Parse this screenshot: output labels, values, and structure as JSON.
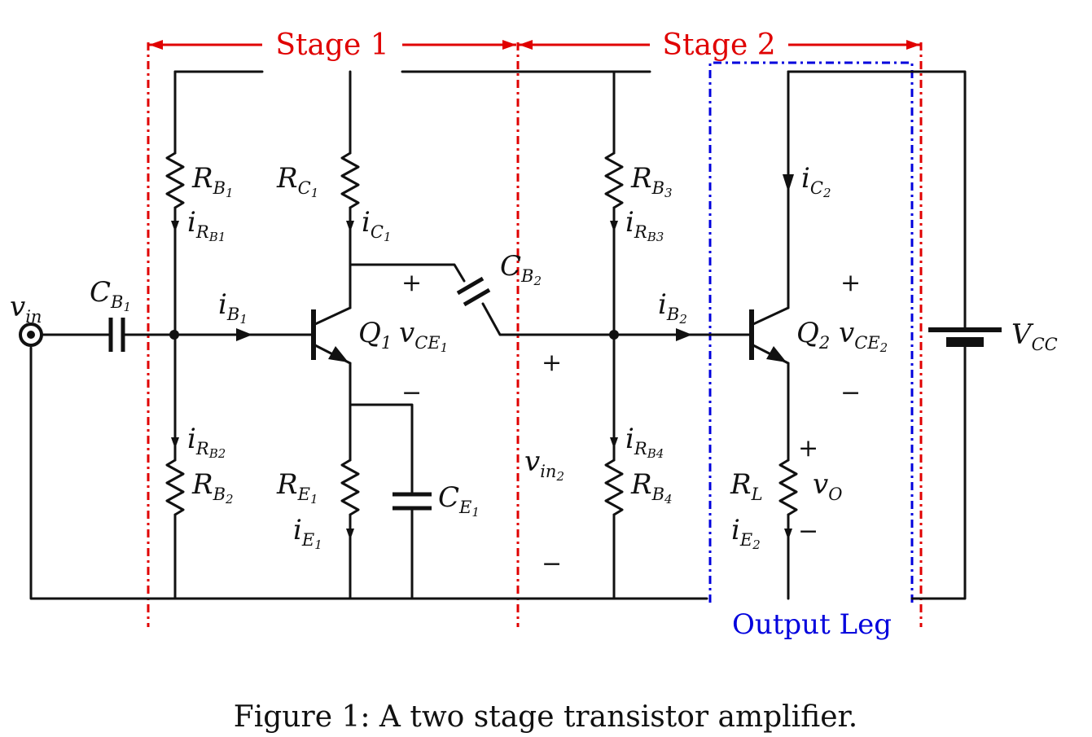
{
  "figure": {
    "caption": "Figure 1: A two stage transistor amplifier.",
    "stage1_label": "Stage 1",
    "stage2_label": "Stage 2",
    "output_leg_label": "Output Leg"
  },
  "labels": {
    "vin": {
      "main": "v",
      "sub": "in"
    },
    "cb1": {
      "main": "C",
      "sub": "B",
      "subsub": "1"
    },
    "ib1": {
      "main": "i",
      "sub": "B",
      "subsub": "1"
    },
    "rb1": {
      "main": "R",
      "sub": "B",
      "subsub": "1"
    },
    "irb1": {
      "main": "i",
      "sub": "R",
      "subsub": "B1"
    },
    "rc1": {
      "main": "R",
      "sub": "C",
      "subsub": "1"
    },
    "ic1": {
      "main": "i",
      "sub": "C",
      "subsub": "1"
    },
    "q1": {
      "main": "Q",
      "sub": "1"
    },
    "vce1": {
      "main": "v",
      "sub": "CE",
      "subsub": "1"
    },
    "cb2": {
      "main": "C",
      "sub": "B",
      "subsub": "2"
    },
    "rb2": {
      "main": "R",
      "sub": "B",
      "subsub": "2"
    },
    "irb2": {
      "main": "i",
      "sub": "R",
      "subsub": "B2"
    },
    "re1": {
      "main": "R",
      "sub": "E",
      "subsub": "1"
    },
    "ie1": {
      "main": "i",
      "sub": "E",
      "subsub": "1"
    },
    "ce1": {
      "main": "C",
      "sub": "E",
      "subsub": "1"
    },
    "vin2": {
      "main": "v",
      "sub": "in",
      "subsub": "2"
    },
    "rb3": {
      "main": "R",
      "sub": "B",
      "subsub": "3"
    },
    "irb3": {
      "main": "i",
      "sub": "R",
      "subsub": "B3"
    },
    "rb4": {
      "main": "R",
      "sub": "B",
      "subsub": "4"
    },
    "irb4": {
      "main": "i",
      "sub": "R",
      "subsub": "B4"
    },
    "ib2": {
      "main": "i",
      "sub": "B",
      "subsub": "2"
    },
    "ic2": {
      "main": "i",
      "sub": "C",
      "subsub": "2"
    },
    "q2": {
      "main": "Q",
      "sub": "2"
    },
    "vce2": {
      "main": "v",
      "sub": "CE",
      "subsub": "2"
    },
    "rl": {
      "main": "R",
      "sub": "L"
    },
    "vo": {
      "main": "v",
      "sub": "O"
    },
    "ie2": {
      "main": "i",
      "sub": "E",
      "subsub": "2"
    },
    "vcc": {
      "main": "V",
      "sub": "CC"
    }
  },
  "signs": {
    "plus": "+",
    "minus": "−"
  }
}
